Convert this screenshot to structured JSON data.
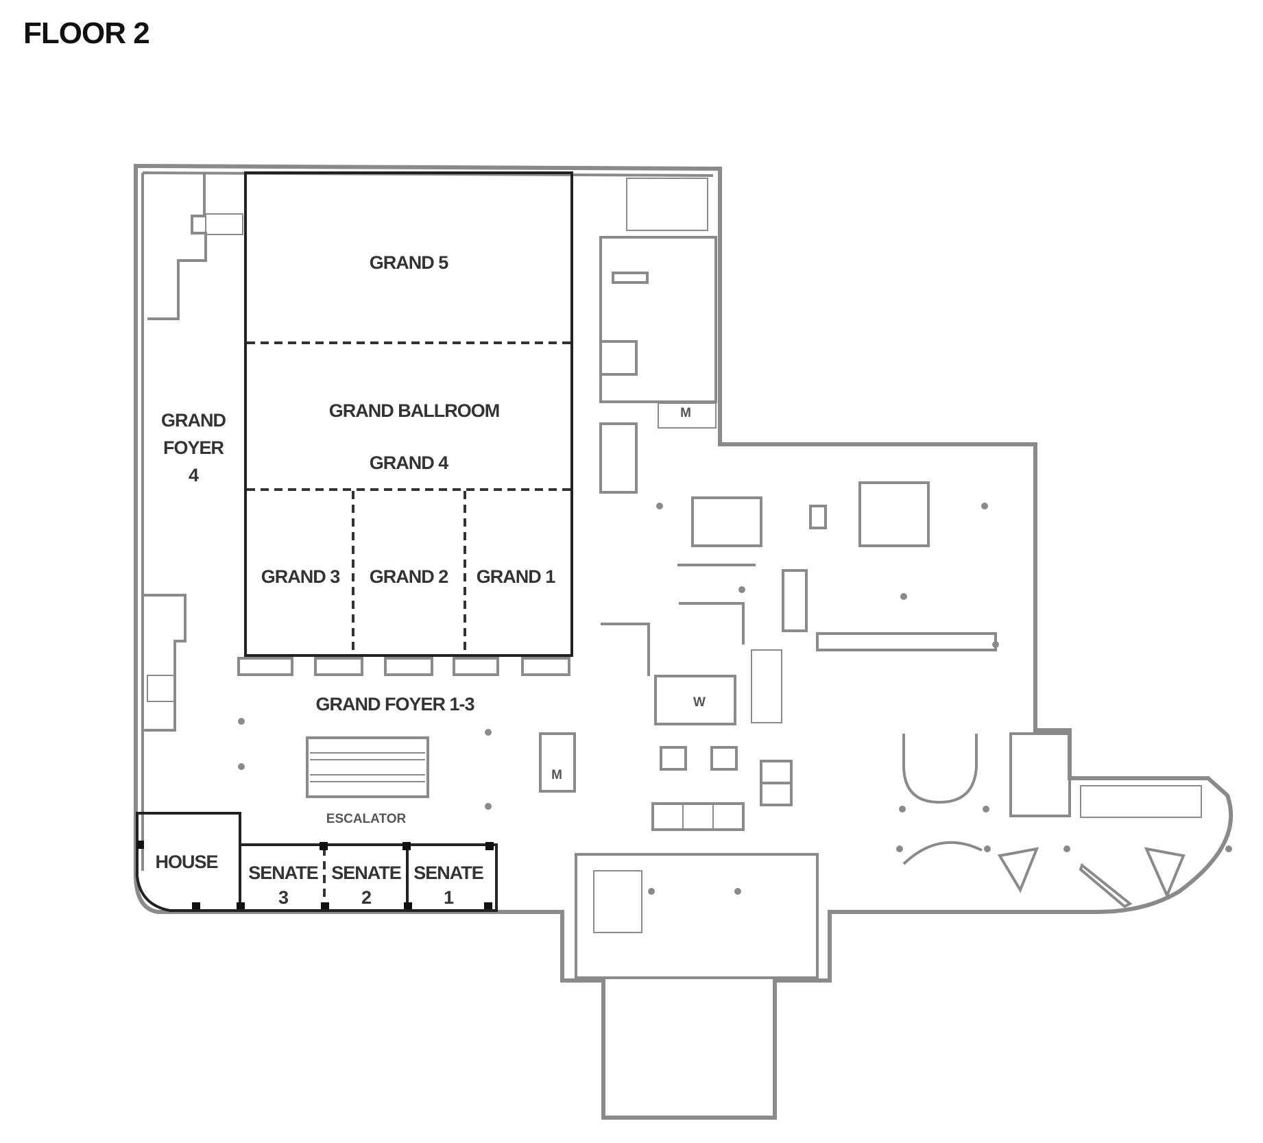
{
  "floor_title": "FLOOR 2",
  "rooms": {
    "grand_5": "GRAND 5",
    "grand_ballroom": "GRAND BALLROOM",
    "grand_4": "GRAND 4",
    "grand_3": "GRAND 3",
    "grand_2": "GRAND 2",
    "grand_1": "GRAND 1",
    "grand_foyer_4_line1": "GRAND",
    "grand_foyer_4_line2": "FOYER",
    "grand_foyer_4_line3": "4",
    "grand_foyer_1_3": "GRAND FOYER 1-3",
    "escalator": "ESCALATOR",
    "house": "HOUSE",
    "senate_3_line1": "SENATE",
    "senate_3_line2": "3",
    "senate_2_line1": "SENATE",
    "senate_2_line2": "2",
    "senate_1_line1": "SENATE",
    "senate_1_line2": "1"
  },
  "restroom_labels": {
    "women": "W",
    "men_upper": "M",
    "men_lower": "M"
  }
}
